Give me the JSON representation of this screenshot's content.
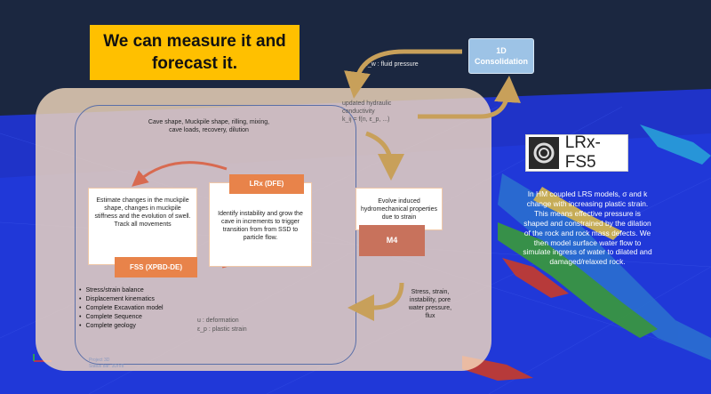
{
  "headline": "We can measure it and forecast it.",
  "consolidation_box": "1D Consolidation",
  "fluid_pressure_label": "p_w : fluid pressure",
  "updated_conductivity": [
    "updated hydraulic",
    "conductivity",
    "k_ij = f(n, ε_p, ...)"
  ],
  "cave_shape_text": "Cave shape, Muckpile shape, rilling, mixing, cave loads, recovery, dilution",
  "lrx_tag": "LRx (DFE)",
  "lrx_box_text": "Identify instability and grow the cave in increments to trigger transition from from SSD to particle flow.",
  "estimate_box_text": "Estimate changes in the muckpile shape, changes in muckpile stiffness and the evolution of swell. Track all movements",
  "fss_tag": "FSS (XPBD-DE)",
  "evolve_box_text": "Evolve induced hydromechanical properties due to strain",
  "m4_tag": "M4",
  "stress_text": "Stress, strain, instability, pore water pressure, flux",
  "bullets": [
    "Stress/strain balance",
    "Displacement kinematics",
    "Complete Excavation model",
    "Complete Sequence",
    "Complete geology"
  ],
  "legend_u": "u : deformation",
  "legend_ep": "ε_p : plastic strain",
  "brand": "LRx-FS5",
  "description": "In HM coupled LRS models, σ and k change with increasing plastic strain. This means effective pressure is shaped and constrained by the dilation of the rock and rock mass defects. We then model surface water flow to simulate ingress of water to dilated and damaged/relaxed rock.",
  "status_line1": "Project 3D",
  "status_line2": "Status bar: 3D/V8",
  "colors": {
    "headline_bg": "#ffc000",
    "consol_bg": "#9dc3e6",
    "tag_orange": "#e8834a",
    "arrow": "#c8a05a"
  }
}
